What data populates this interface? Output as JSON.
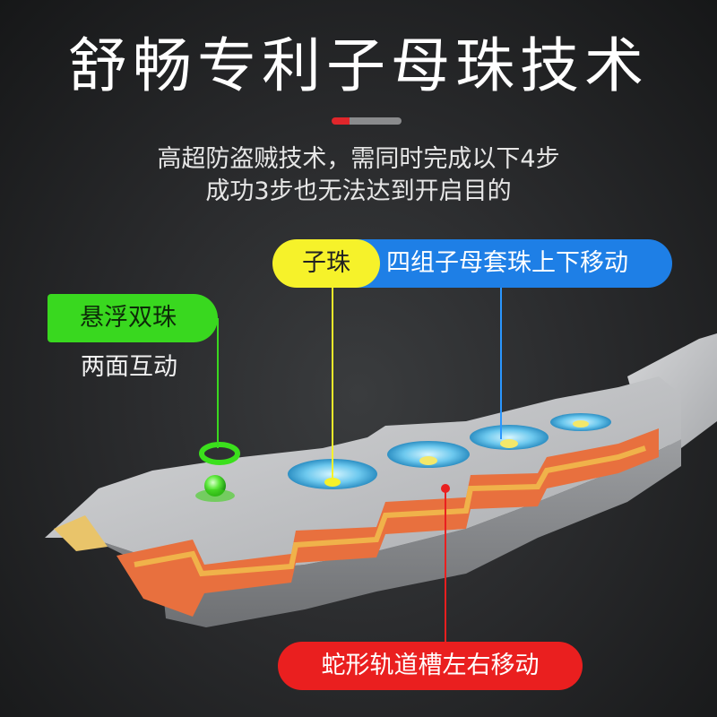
{
  "header": {
    "title": "舒畅专利子母珠技术",
    "subtitle_line1": "高超防盗贼技术，需同时完成以下4步",
    "subtitle_line2": "成功3步也无法达到开启目的"
  },
  "callouts": {
    "floating_beads": "悬浮双珠",
    "floating_beads_note": "两面互动",
    "sub_bead": "子珠",
    "bead_groups": "四组子母套珠上下移动",
    "snake_track": "蛇形轨道槽左右移动"
  },
  "colors": {
    "accent_red": "#e0262b",
    "callout_green": "#39d81f",
    "callout_yellow": "#f6f22a",
    "callout_blue": "#1e7fe6",
    "callout_red": "#ea1f1f",
    "key_body_orange": "#e8703e",
    "key_metal": "#b9bbbd"
  }
}
